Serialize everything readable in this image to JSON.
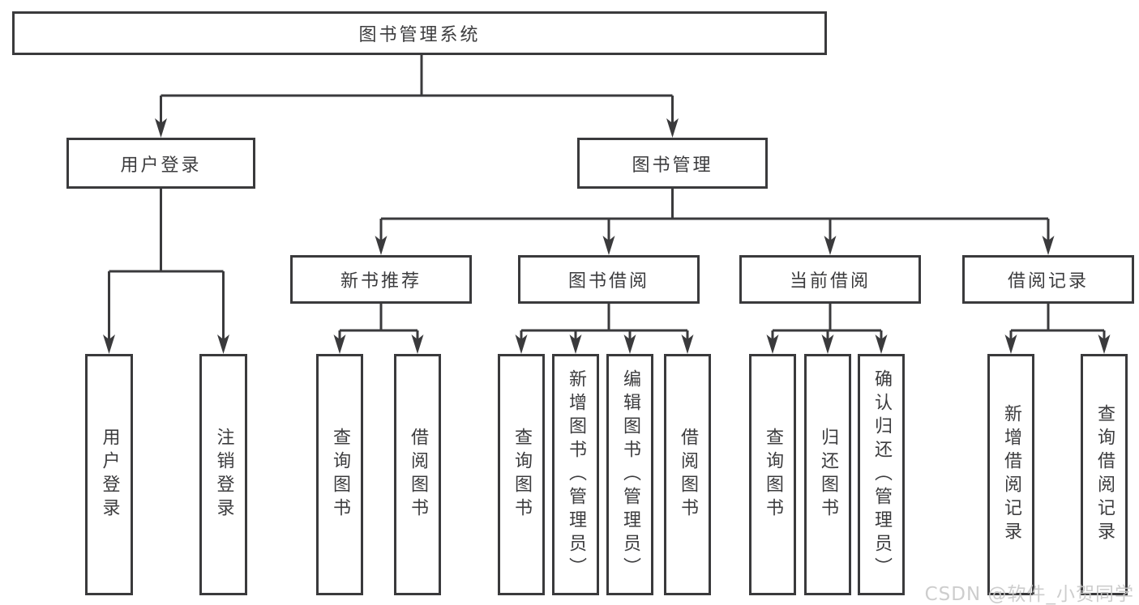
{
  "colors": {
    "background": "#ffffff",
    "line": "#3a3a3c",
    "box_border": "#3a3a3c",
    "box_fill": "#ffffff",
    "text": "#3c3c3e",
    "watermark": "#c8c8c8"
  },
  "watermark": {
    "text": "CSDN @软件_小贺同学"
  },
  "tree": {
    "root": {
      "label": "图书管理系统"
    },
    "branches": [
      {
        "label": "用户登录",
        "children": [
          {
            "label": "用户登录"
          },
          {
            "label": "注销登录"
          }
        ]
      },
      {
        "label": "图书管理",
        "children": [
          {
            "label": "新书推荐",
            "children": [
              {
                "label": "查询图书"
              },
              {
                "label": "借阅图书"
              }
            ]
          },
          {
            "label": "图书借阅",
            "children": [
              {
                "label": "查询图书"
              },
              {
                "label": "新增图书（管理员）"
              },
              {
                "label": "编辑图书（管理员）"
              },
              {
                "label": "借阅图书"
              }
            ]
          },
          {
            "label": "当前借阅",
            "children": [
              {
                "label": "查询图书"
              },
              {
                "label": "归还图书"
              },
              {
                "label": "确认归还（管理员）"
              }
            ]
          },
          {
            "label": "借阅记录",
            "children": [
              {
                "label": "新增借阅记录"
              },
              {
                "label": "查询借阅记录"
              }
            ]
          }
        ]
      }
    ]
  }
}
